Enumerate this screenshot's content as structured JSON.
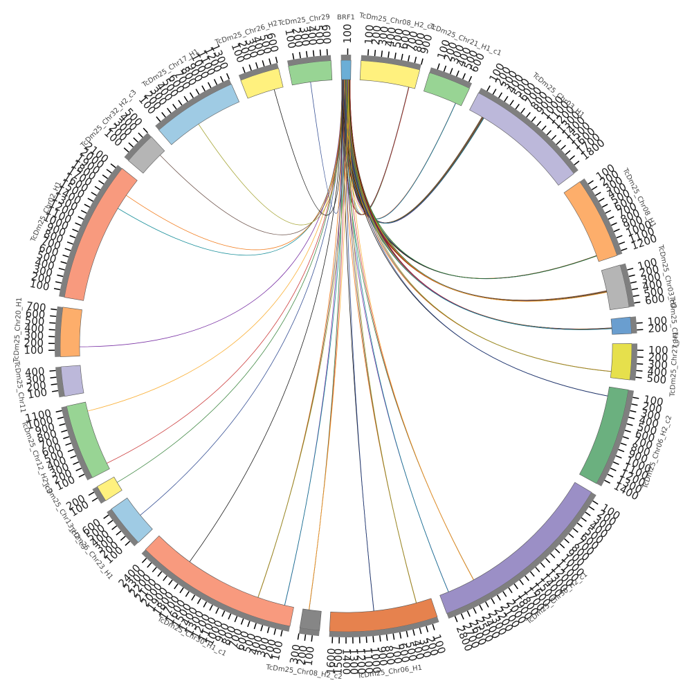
{
  "chart_data": {
    "type": "chord",
    "segments": [
      {
        "name": "BRF1",
        "label": "BRF1",
        "length": 150,
        "color": "#6baed6",
        "ticks": [
          100
        ]
      },
      {
        "name": "TcDm25_Chr08_H2_c1",
        "label": "TcDm25_Chr08_H2_c1",
        "length": 900,
        "color": "#fff17e",
        "ticks": [
          100,
          200,
          300,
          400,
          500,
          600,
          700,
          800,
          900
        ]
      },
      {
        "name": "TcDm25_Chr21_H1_c1",
        "label": "TcDm25_Chr21_H1_c1",
        "length": 650,
        "color": "#98d494",
        "ticks": [
          100,
          200,
          300,
          400,
          500,
          600
        ]
      },
      {
        "name": "TcDm25_Chr03_H1",
        "label": "TcDm25_Chr03_H1",
        "length": 1900,
        "color": "#bcb8da",
        "ticks": [
          100,
          200,
          300,
          400,
          500,
          600,
          700,
          800,
          900,
          1000,
          1100,
          1200,
          1300,
          1400,
          1500,
          1600,
          1700,
          1800
        ]
      },
      {
        "name": "TcDm25_Chr08_H1",
        "label": "TcDm25_Chr08_H1",
        "length": 1250,
        "color": "#fdae6b",
        "ticks": [
          100,
          200,
          300,
          400,
          500,
          600,
          700,
          800,
          900,
          1000,
          1100,
          1200
        ]
      },
      {
        "name": "TcDm25_Chr03_H2",
        "label": "TcDm25_Chr03_H2",
        "length": 650,
        "color": "#b5b5b5",
        "ticks": [
          100,
          200,
          300,
          400,
          500,
          600
        ]
      },
      {
        "name": "TcDm25_Chr31",
        "label": "TcDm25_Chr31",
        "length": 250,
        "color": "#6a9ecf",
        "ticks": [
          100,
          200
        ]
      },
      {
        "name": "TcDm25_Chr27_H1",
        "label": "TcDm25_Chr27_H1",
        "length": 550,
        "color": "#e6e04c",
        "ticks": [
          100,
          200,
          300,
          400,
          500
        ]
      },
      {
        "name": "TcDm25_Chr06_H2_c2",
        "label": "TcDm25_Chr06_H2_c2",
        "length": 1500,
        "color": "#6bb07f",
        "ticks": [
          100,
          200,
          300,
          400,
          500,
          600,
          700,
          800,
          900,
          1000,
          1100,
          1200,
          1300,
          1400
        ]
      },
      {
        "name": "TcDm25_Chr30_H2_c1",
        "label": "TcDm25_Chr30_H2_c1",
        "length": 2900,
        "color": "#9b8fc6",
        "ticks": [
          100,
          200,
          300,
          400,
          500,
          600,
          700,
          800,
          900,
          1000,
          1100,
          1200,
          1300,
          1400,
          1500,
          1600,
          1700,
          1800,
          1900,
          2000,
          2100,
          2200,
          2300,
          2400,
          2500,
          2600,
          2700,
          2800
        ]
      },
      {
        "name": "TcDm25_Chr06_H1",
        "label": "TcDm25_Chr06_H1",
        "length": 1650,
        "color": "#e6824e",
        "ticks": [
          100,
          200,
          300,
          400,
          500,
          600,
          700,
          800,
          900,
          1000,
          1100,
          1200,
          1300,
          1400,
          1500,
          1600
        ]
      },
      {
        "name": "TcDm25_Chr08_H2_c2",
        "label": "TcDm25_Chr08_H2_c2",
        "length": 300,
        "color": "#868686",
        "ticks": [
          100,
          200,
          300
        ]
      },
      {
        "name": "TcDm25_Chr30_H1_c1",
        "label": "TcDm25_Chr30_H1_c1",
        "length": 2500,
        "color": "#f89a7e",
        "ticks": [
          100,
          200,
          300,
          400,
          500,
          600,
          700,
          800,
          900,
          1000,
          1100,
          1200,
          1300,
          1400,
          1500,
          1600,
          1700,
          1800,
          1900,
          2000,
          2100,
          2200,
          2300,
          2400
        ]
      },
      {
        "name": "TcDm25_Chr23_H1",
        "label": "TcDm25_Chr23_H1",
        "length": 650,
        "color": "#9fcbe4",
        "ticks": [
          100,
          200,
          300,
          400,
          500,
          600
        ]
      },
      {
        "name": "TcDm25_Chr13_H2_c3",
        "label": "TcDm25_Chr13_H2_c3",
        "length": 250,
        "color": "#fff17e",
        "ticks": [
          100,
          200
        ]
      },
      {
        "name": "TcDm25_Chr12_H2_c3",
        "label": "TcDm25_Chr12_H2_c3",
        "length": 1150,
        "color": "#98d494",
        "ticks": [
          100,
          200,
          300,
          400,
          500,
          600,
          700,
          800,
          900,
          1000,
          1100
        ]
      },
      {
        "name": "TcDm25_Chr11",
        "label": "TcDm25_Chr11",
        "length": 450,
        "color": "#bcb8da",
        "ticks": [
          100,
          200,
          300,
          400
        ]
      },
      {
        "name": "TcDm25_Chr20_H1",
        "label": "TcDm25_Chr20_H1",
        "length": 750,
        "color": "#fdae6b",
        "ticks": [
          100,
          200,
          300,
          400,
          500,
          600,
          700
        ]
      },
      {
        "name": "TcDm25_Chr02_H1",
        "label": "TcDm25_Chr02_H1",
        "length": 2150,
        "color": "#f89a7e",
        "ticks": [
          100,
          200,
          300,
          400,
          500,
          600,
          700,
          800,
          900,
          1000,
          1100,
          1200,
          1300,
          1400,
          1500,
          1600,
          1700,
          1800,
          1900,
          2000,
          2100
        ]
      },
      {
        "name": "TcDm25_Chr32_H2_c3",
        "label": "TcDm25_Chr32_H2_c3",
        "length": 500,
        "color": "#b5b5b5",
        "ticks": [
          100,
          200,
          300,
          400,
          500
        ]
      },
      {
        "name": "TcDm25_Chr17_H1",
        "label": "TcDm25_Chr17_H1",
        "length": 1300,
        "color": "#9fcbe4",
        "ticks": [
          100,
          200,
          300,
          400,
          500,
          600,
          700,
          800,
          900,
          1000,
          1100,
          1200,
          1300
        ]
      },
      {
        "name": "TcDm25_Chr26_H2",
        "label": "TcDm25_Chr26_H2",
        "length": 600,
        "color": "#fff17e",
        "ticks": [
          100,
          200,
          300,
          400,
          500,
          600
        ]
      },
      {
        "name": "TcDm25_Chr29",
        "label": "TcDm25_Chr29",
        "length": 650,
        "color": "#98d494",
        "ticks": [
          100,
          200,
          300,
          400,
          500,
          600
        ]
      }
    ],
    "links": [
      {
        "from": "BRF1",
        "to": "TcDm25_Chr08_H2_c1",
        "pos": 800,
        "count": 4
      },
      {
        "from": "BRF1",
        "to": "TcDm25_Chr21_H1_c1",
        "pos": 550,
        "count": 3
      },
      {
        "from": "BRF1",
        "to": "TcDm25_Chr03_H1",
        "pos": 250,
        "count": 40
      },
      {
        "from": "BRF1",
        "to": "TcDm25_Chr08_H1",
        "pos": 1150,
        "count": 6
      },
      {
        "from": "BRF1",
        "to": "TcDm25_Chr03_H2",
        "pos": 350,
        "count": 22
      },
      {
        "from": "BRF1",
        "to": "TcDm25_Chr31",
        "pos": 150,
        "count": 12
      },
      {
        "from": "BRF1",
        "to": "TcDm25_Chr27_H1",
        "pos": 450,
        "count": 3
      },
      {
        "from": "BRF1",
        "to": "TcDm25_Chr06_H2_c2",
        "pos": 150,
        "count": 2
      },
      {
        "from": "BRF1",
        "to": "TcDm25_Chr30_H2_c1",
        "pos": 2300,
        "count": 3
      },
      {
        "from": "BRF1",
        "to": "TcDm25_Chr30_H2_c1",
        "pos": 2750,
        "count": 2
      },
      {
        "from": "BRF1",
        "to": "TcDm25_Chr06_H1",
        "pos": 250,
        "count": 3
      },
      {
        "from": "BRF1",
        "to": "TcDm25_Chr06_H1",
        "pos": 950,
        "count": 2
      },
      {
        "from": "BRF1",
        "to": "TcDm25_Chr08_H2_c2",
        "pos": 200,
        "count": 3
      },
      {
        "from": "BRF1",
        "to": "TcDm25_Chr30_H1_c1",
        "pos": 150,
        "count": 2
      },
      {
        "from": "BRF1",
        "to": "TcDm25_Chr30_H1_c1",
        "pos": 600,
        "count": 3
      },
      {
        "from": "BRF1",
        "to": "TcDm25_Chr30_H1_c1",
        "pos": 1850,
        "count": 1
      },
      {
        "from": "BRF1",
        "to": "TcDm25_Chr23_H1",
        "pos": 300,
        "count": 1
      },
      {
        "from": "BRF1",
        "to": "TcDm25_Chr13_H2_c3",
        "pos": 150,
        "count": 1
      },
      {
        "from": "BRF1",
        "to": "TcDm25_Chr12_H2_c3",
        "pos": 100,
        "count": 1
      },
      {
        "from": "BRF1",
        "to": "TcDm25_Chr12_H2_c3",
        "pos": 1000,
        "count": 1
      },
      {
        "from": "BRF1",
        "to": "TcDm25_Chr20_H1",
        "pos": 150,
        "count": 1
      },
      {
        "from": "BRF1",
        "to": "TcDm25_Chr02_H1",
        "pos": 1600,
        "count": 1
      },
      {
        "from": "BRF1",
        "to": "TcDm25_Chr02_H1",
        "pos": 1850,
        "count": 1
      },
      {
        "from": "BRF1",
        "to": "TcDm25_Chr32_H2_c3",
        "pos": 400,
        "count": 1
      },
      {
        "from": "BRF1",
        "to": "TcDm25_Chr17_H1",
        "pos": 550,
        "count": 1
      },
      {
        "from": "BRF1",
        "to": "TcDm25_Chr26_H2",
        "pos": 450,
        "count": 1
      },
      {
        "from": "BRF1",
        "to": "TcDm25_Chr29",
        "pos": 300,
        "count": 1
      }
    ],
    "link_colors": [
      "#000000",
      "#1f3c88",
      "#2e7d32",
      "#c62828",
      "#f9a825",
      "#6a1b9a",
      "#00838f",
      "#ef6c00",
      "#5d4037",
      "#9e9d24"
    ]
  }
}
